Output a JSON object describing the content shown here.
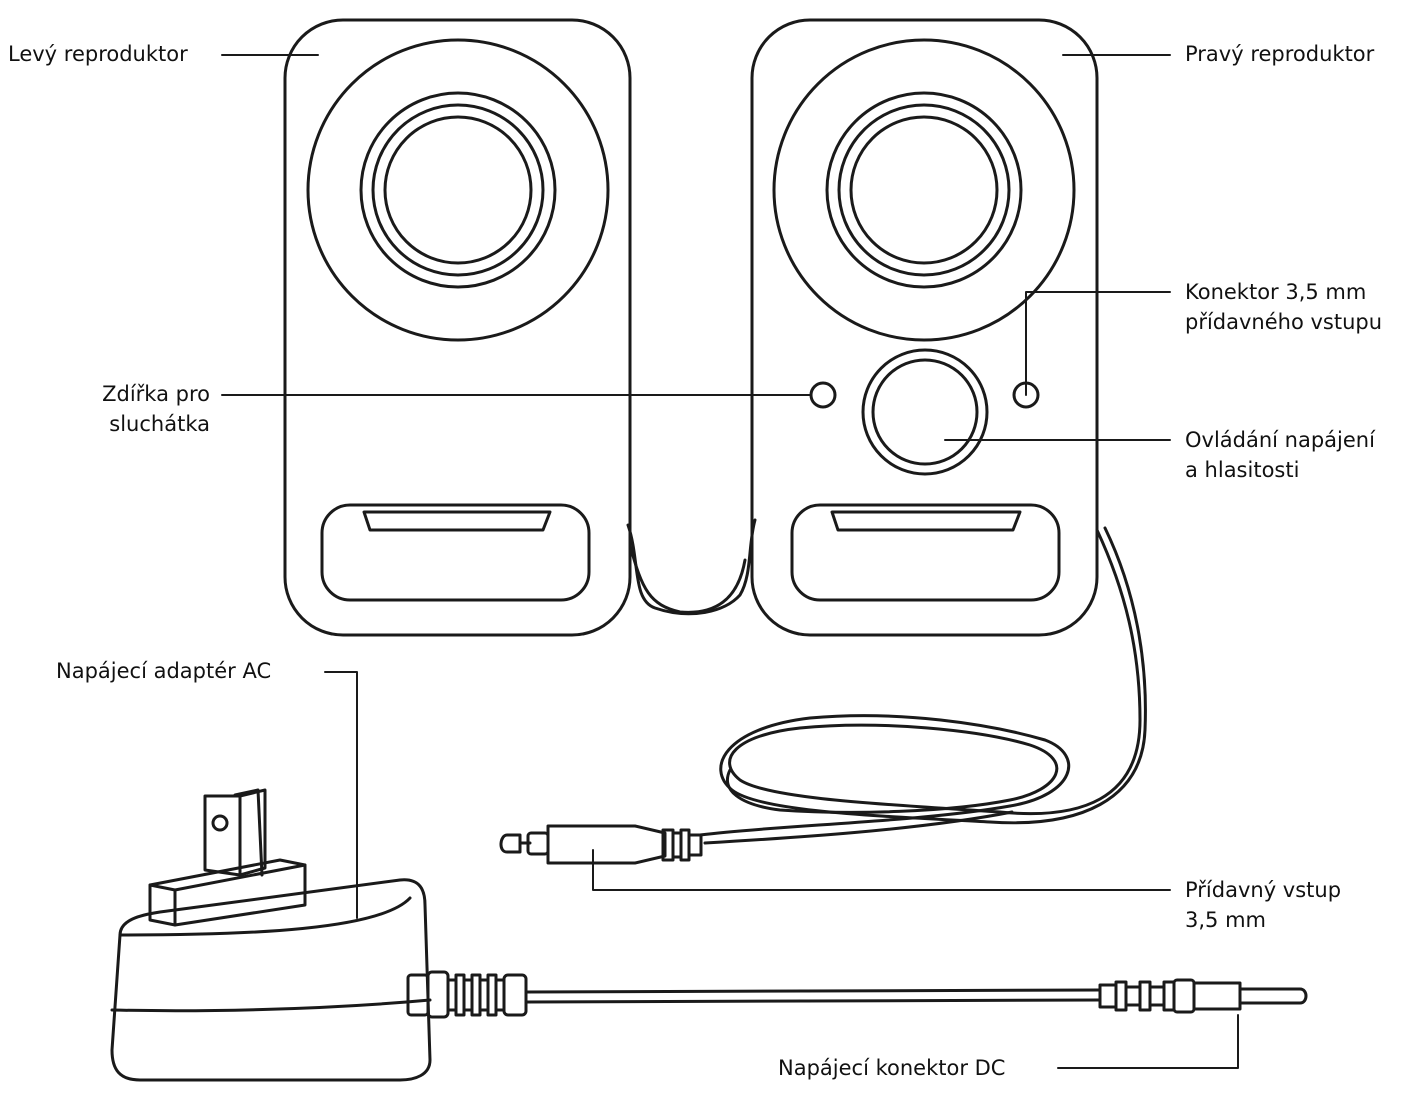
{
  "labels": {
    "left_speaker": "Levý reproduktor",
    "right_speaker": "Pravý reproduktor",
    "aux_connector_line1": "Konektor 3,5 mm",
    "aux_connector_line2": "přídavného vstupu",
    "headphone_jack_line1": "Zdířka pro",
    "headphone_jack_line2": "sluchátka",
    "power_volume_line1": "Ovládání napájení",
    "power_volume_line2": "a hlasitosti",
    "ac_adapter": "Napájecí adaptér AC",
    "aux_input_line1": "Přídavný vstup",
    "aux_input_line2": "3,5 mm",
    "dc_connector": "Napájecí konektor DC"
  },
  "colors": {
    "line": "#1a1a1a",
    "background": "#ffffff"
  }
}
